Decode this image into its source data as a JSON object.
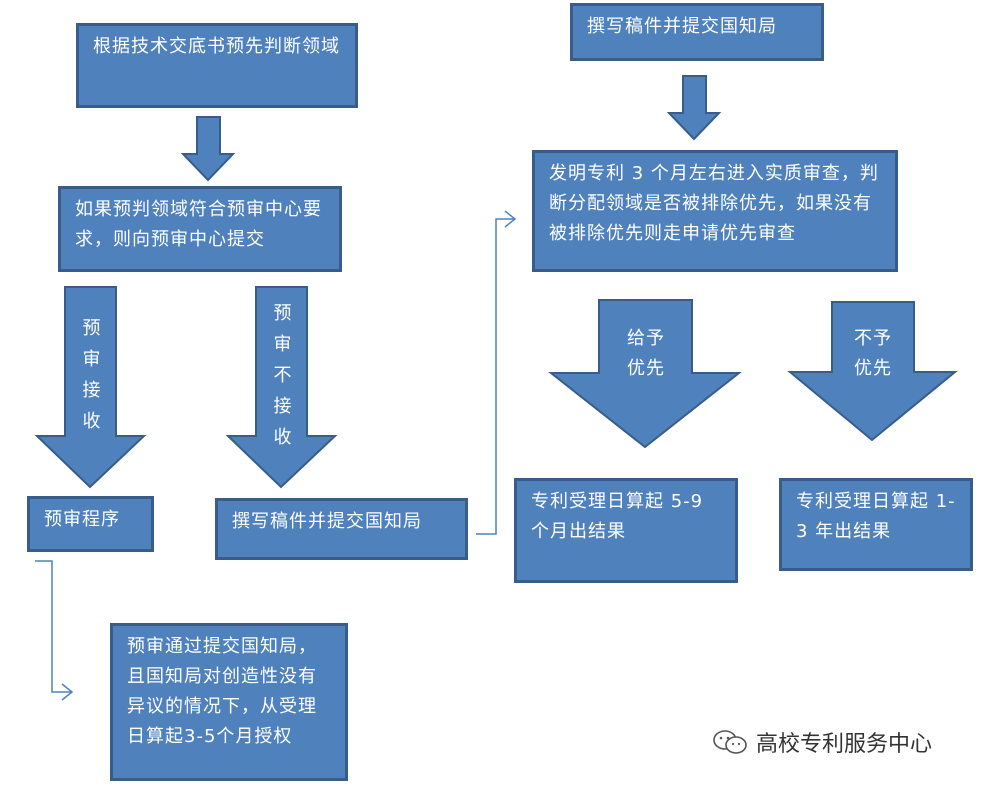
{
  "left": {
    "step1": "根据技术交底书预先判断领域",
    "step2": "如果预判领域符合预审中心要求，则向预审中心提交",
    "accept_label": "预审接收",
    "reject_label": "预审不接收",
    "preexam_box": "预审程序",
    "submit_box": "撰写稿件并提交国知局",
    "result_box": "预审通过提交国知局，且国知局对创造性没有异议的情况下，从受理日算起3-5个月授权"
  },
  "right": {
    "top_box": "撰写稿件并提交国知局",
    "exam_box": "发明专利 3 个月左右进入实质审查，判断分配领域是否被排除优先，如果没有被排除优先则走申请优先审查",
    "priority_label": "给予优先",
    "no_priority_label": "不予优先",
    "priority_result": "专利受理日算起  5-9个月出结果",
    "no_priority_result": "专利受理日算起 1-3 年出结果"
  },
  "watermark": {
    "icon": "wechat-icon",
    "text": "高校专利服务中心"
  },
  "colors": {
    "box_fill": "#4f81bd",
    "box_border": "#385d8a",
    "connector": "#4f81bd"
  }
}
